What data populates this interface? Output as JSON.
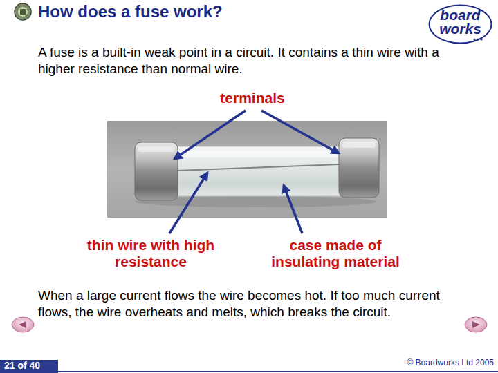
{
  "diagram": {
    "title": "How does a fuse work?",
    "nodes": [
      {
        "text": [
          "board works"
        ]
      }
    ],
    "labels": [
      "A fuse is a built-in weak point in a circuit. It contains a thin wire with a higher resistance than normal wire.",
      "terminals",
      "thin wire with high resistance",
      "case made of insulating material",
      "When a large current flows the wire becomes hot. If too much current flows, the wire overheats and melts, which breaks the circuit.",
      "21 of 40",
      "© Boardworks Ltd 2005"
    ]
  }
}
